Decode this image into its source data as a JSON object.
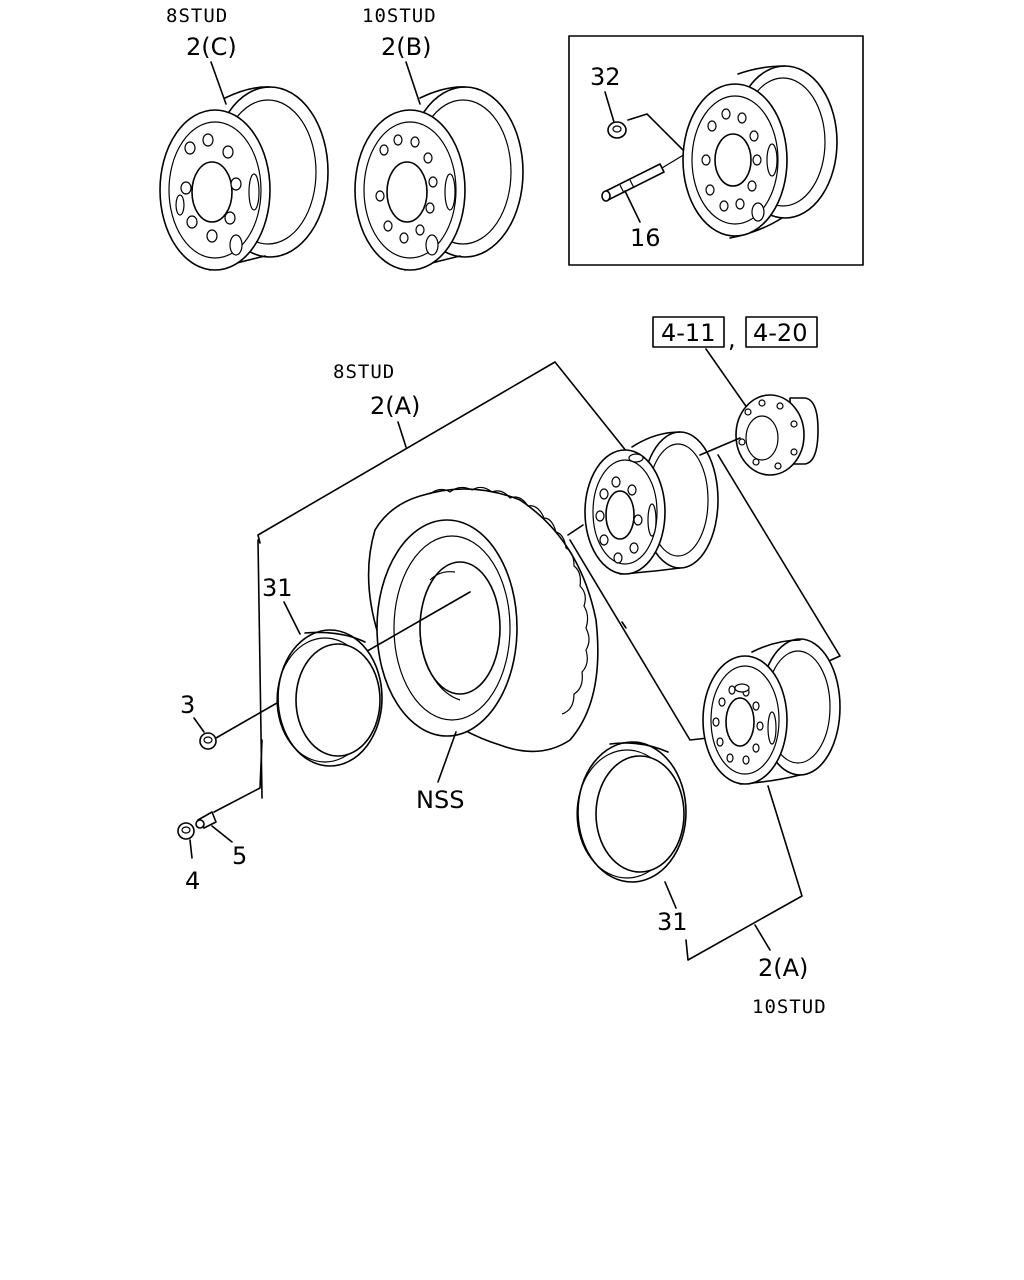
{
  "labels": {
    "top_left_stud": "8STUD",
    "top_left_part": "2(C)",
    "top_mid_stud": "10STUD",
    "top_mid_part": "2(B)",
    "inset_nut": "32",
    "inset_stud": "16",
    "ref_a": "4-11",
    "ref_sep": ",",
    "ref_b": "4-20",
    "main_stud": "8STUD",
    "main_part": "2(A)",
    "rim_ring_left": "31",
    "nut_3": "3",
    "nut_4": "4",
    "valve_5": "5",
    "tire": "NSS",
    "rim_ring_right": "31",
    "bottom_part": "2(A)",
    "bottom_stud": "10STUD"
  }
}
